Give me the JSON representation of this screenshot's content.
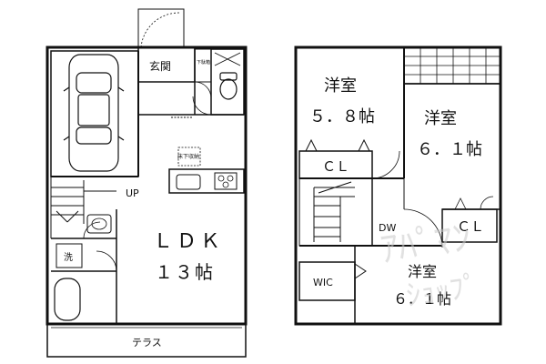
{
  "floor1": {
    "entrance": "玄関",
    "shoe_box": "下駄箱",
    "underfloor_storage": "床下収納",
    "stairs_up": "UP",
    "ldk_name": "ＬＤＫ",
    "ldk_size": "１３帖",
    "washer": "洗",
    "terrace": "テラス"
  },
  "floor2": {
    "room_a_name": "洋室",
    "room_a_size": "５．８帖",
    "room_b_name": "洋室",
    "room_b_size": "６．１帖",
    "room_c_name": "洋室",
    "room_c_size": "６．１帖",
    "closet_a": "ＣＬ",
    "closet_b": "ＣＬ",
    "wic": "WIC",
    "dw": "DW"
  },
  "watermark": {
    "line1": "ｱﾊﾟﾏﾝ",
    "line2": "ｼｮｯﾌﾟ"
  },
  "colors": {
    "line": "#111111",
    "watermark": "#c9c9c9"
  }
}
